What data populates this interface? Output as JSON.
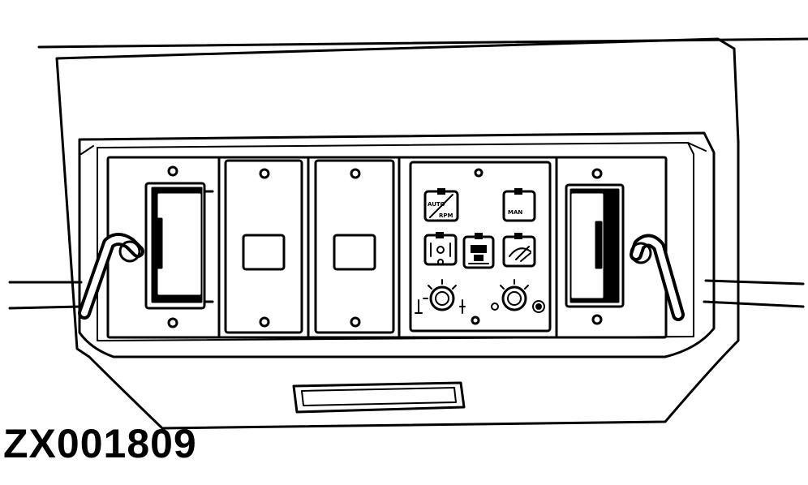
{
  "figure": {
    "code": "ZX001809"
  },
  "panel": {
    "buttons": [
      {
        "icon": "auto-rpm-icon",
        "label_top": "AUTO",
        "label_bottom": "RPM"
      },
      {
        "icon": "man-icon",
        "label_top": "MAN",
        "label_bottom": ""
      },
      {
        "icon": "hydraulic-mode-icon",
        "label_top": "",
        "label_bottom": ""
      },
      {
        "icon": "seat-mode-icon",
        "label_top": "",
        "label_bottom": ""
      },
      {
        "icon": "wiper-icon",
        "label_top": "",
        "label_bottom": ""
      }
    ],
    "knobs": [
      {
        "icon": "speed-dial-icon"
      },
      {
        "icon": "wiper-dial-icon"
      }
    ]
  },
  "colors": {
    "ink": "#000000",
    "paper": "#ffffff"
  }
}
